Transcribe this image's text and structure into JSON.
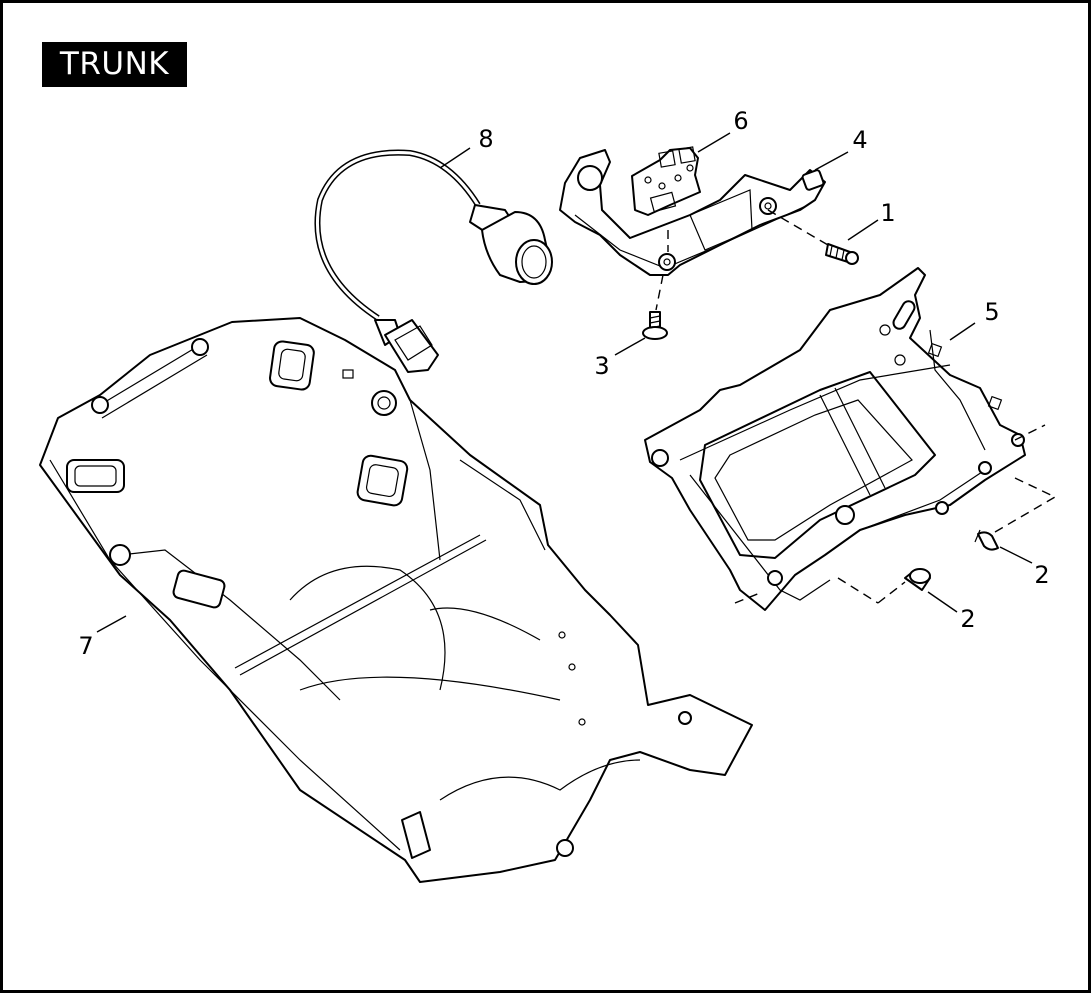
{
  "title": "TRUNK",
  "callouts": [
    {
      "id": "1",
      "label": "1"
    },
    {
      "id": "2a",
      "label": "2"
    },
    {
      "id": "2b",
      "label": "2"
    },
    {
      "id": "3",
      "label": "3"
    },
    {
      "id": "4",
      "label": "4"
    },
    {
      "id": "5",
      "label": "5"
    },
    {
      "id": "6",
      "label": "6"
    },
    {
      "id": "7",
      "label": "7"
    },
    {
      "id": "8",
      "label": "8"
    }
  ]
}
